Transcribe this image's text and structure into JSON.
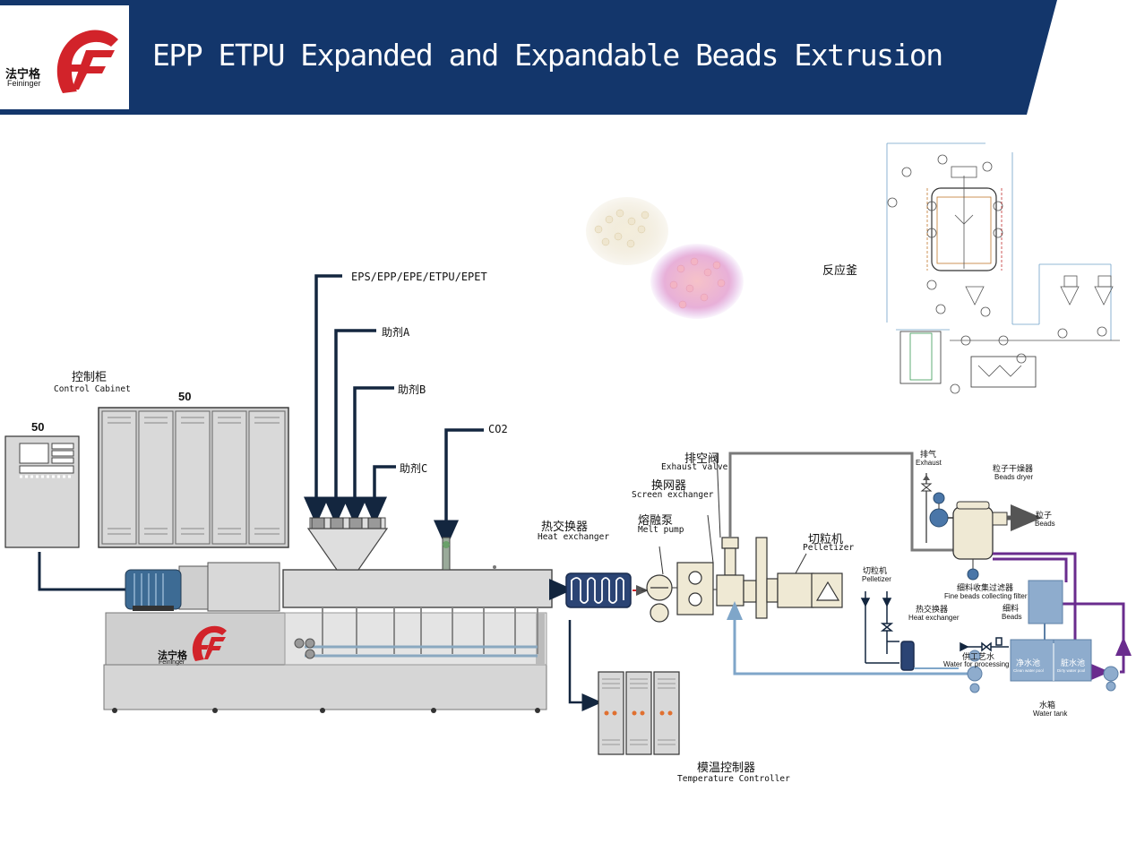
{
  "header": {
    "title": "EPP ETPU Expanded and Expandable Beads Extrusion",
    "logo_cn": "法宁格",
    "logo_en": "Feininger",
    "bg_color": "#13366b"
  },
  "reactor": {
    "label_cn": "反应釜"
  },
  "feeds": {
    "main": "EPS/EPP/EPE/ETPU/EPET",
    "a": "助剂A",
    "b": "助剂B",
    "c": "助剂C",
    "co2": "CO2"
  },
  "control_cabinet": {
    "cn": "控制柜",
    "en": "Control Cabinet",
    "num_small": "50",
    "num_large": "50"
  },
  "machine_logo": {
    "cn": "法宁格",
    "en": "Feininger"
  },
  "heat_exchanger": {
    "cn": "热交换器",
    "en": "Heat exchanger"
  },
  "melt_pump": {
    "cn": "熔融泵",
    "en": "Melt pump"
  },
  "screen_exchanger": {
    "cn": "换网器",
    "en": "Screen exchanger"
  },
  "exhaust_valve": {
    "cn": "排空阀",
    "en": "Exhaust valve"
  },
  "pelletizer": {
    "cn": "切粒机",
    "en": "Pelletizer"
  },
  "temp_controller": {
    "cn": "模温控制器",
    "en": "Temperature Controller"
  },
  "exhaust": {
    "cn": "排气",
    "en": "Exhaust"
  },
  "beads_dryer": {
    "cn": "粒子干燥器",
    "en": "Beads dryer"
  },
  "beads_out": {
    "cn": "粒子",
    "en": "Beads"
  },
  "fine_filter": {
    "cn": "细料收集过滤器",
    "en": "Fine beads collecting filter"
  },
  "fine_beads": {
    "cn": "细料",
    "en": "Beads"
  },
  "pelletizer_small": {
    "cn": "切粒机",
    "en": "Pelletizer"
  },
  "heat_exchanger_small": {
    "cn": "热交换器",
    "en": "Heat exchanger"
  },
  "process_water": {
    "cn": "供工艺水",
    "en": "Water for processing"
  },
  "clean_pool": {
    "cn": "净水池",
    "en": "Clean water pool"
  },
  "dirty_pool": {
    "cn": "脏水池",
    "en": "Dirty water pool"
  },
  "water_tank": {
    "cn": "水箱",
    "en": "Water tank"
  },
  "colors": {
    "navy": "#13366b",
    "logo_red": "#d2232a",
    "pipe_blue": "#7fa6c9",
    "pipe_purple": "#6a2c8e",
    "pipe_gray": "#7a7a7a",
    "tank_blue": "#8eaccd"
  }
}
